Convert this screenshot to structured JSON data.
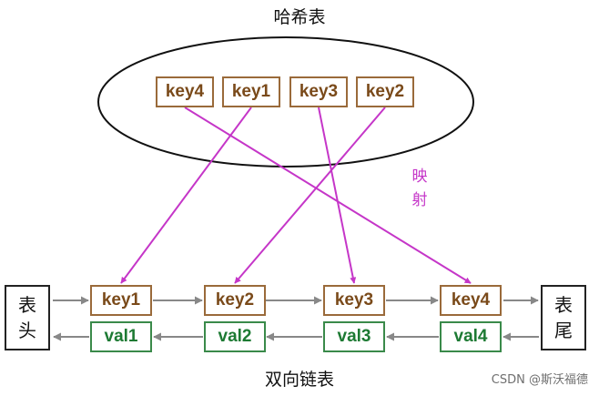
{
  "title": "哈希表",
  "bottom_title": "双向链表",
  "mapping_label": "映射",
  "watermark": "CSDN @斯沃福德",
  "hash_keys": [
    "key4",
    "key1",
    "key3",
    "key2"
  ],
  "nodes": [
    {
      "key": "key1",
      "val": "val1"
    },
    {
      "key": "key2",
      "val": "val2"
    },
    {
      "key": "key3",
      "val": "val3"
    },
    {
      "key": "key4",
      "val": "val4"
    }
  ],
  "head_label": "表头",
  "tail_label": "表尾",
  "colors": {
    "key_text": "#7a4a1a",
    "val_text": "#1d7a33",
    "mapping_arrow": "#c536c8",
    "link_arrow": "#888888"
  }
}
